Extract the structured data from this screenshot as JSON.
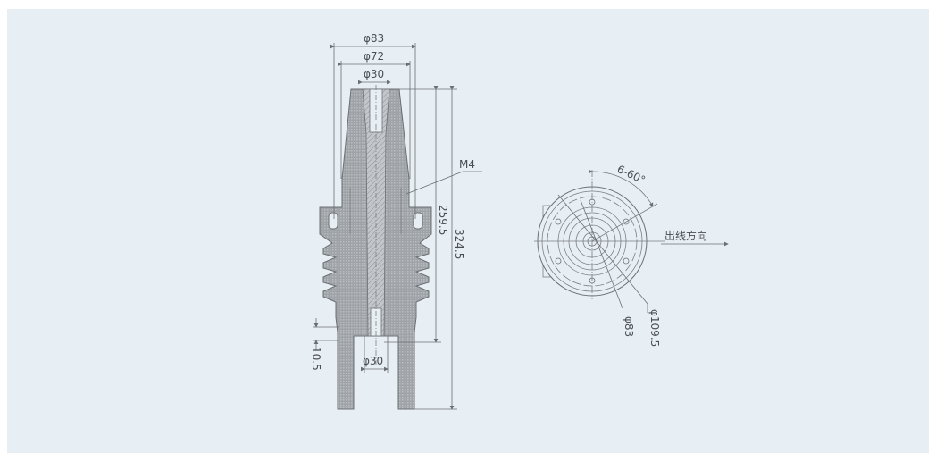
{
  "side_view": {
    "dia_top_outer": "φ83",
    "dia_top_mid": "φ72",
    "dia_top_inner": "φ30",
    "dia_bottom": "φ30",
    "thread": "M4",
    "height_inner": "259.5",
    "height_total": "324.5",
    "offset": "10.5"
  },
  "top_view": {
    "bolt_angle": "6-60°",
    "direction_label": "出线方向",
    "dia_outer": "φ109.5",
    "dia_inner": "φ83"
  }
}
